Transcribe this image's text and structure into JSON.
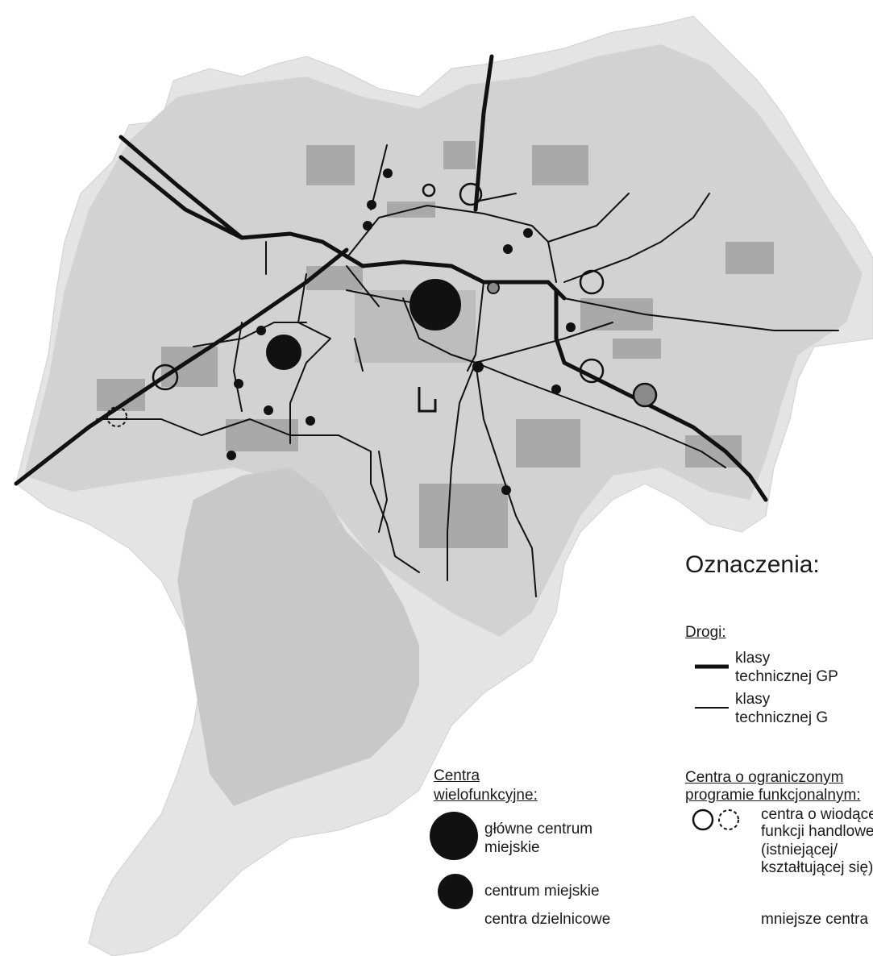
{
  "legend": {
    "title": "Oznaczenia:",
    "roads": {
      "heading": "Drogi:",
      "gp_line1": "klasy",
      "gp_line2": "technicznej GP",
      "g_line1": "klasy",
      "g_line2": "technicznej G"
    },
    "multifunctional": {
      "heading_line1": "Centra",
      "heading_line2": "wielofunkcyjne:",
      "main_line1": "główne centrum",
      "main_line2": "miejskie",
      "city": "centrum miejskie",
      "district": "centra dzielnicowe"
    },
    "limited": {
      "heading_line1": "Centra o ograniczonym",
      "heading_line2": "programie funkcjonalnym:",
      "retail_line1": "centra o wiodącej",
      "retail_line2": "funkcji handlowej",
      "retail_line3": "(istniejącej/",
      "retail_line4": "kształtującej się)",
      "smaller": "mniejsze centra"
    }
  },
  "colors": {
    "background": "#ffffff",
    "city_area": "#d9d9d9",
    "rural_area": "#e8e8e8",
    "built_up": "#b5b5b5",
    "road": "#111111",
    "center_fill": "#111111",
    "grey_center": "#8a8a8a"
  }
}
